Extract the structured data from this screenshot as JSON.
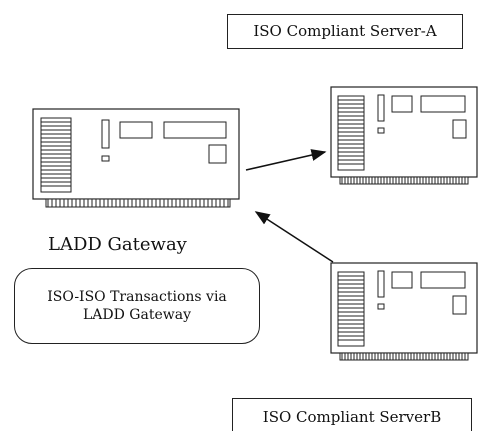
{
  "diagram": {
    "server_a_label": "ISO Compliant Server-A",
    "server_b_label": "ISO Compliant ServerB",
    "gateway_label": "LADD Gateway",
    "transactions_note": "ISO-ISO Transactions via\nLADD Gateway"
  },
  "colors": {
    "stroke": "#222222",
    "background": "#ffffff"
  }
}
